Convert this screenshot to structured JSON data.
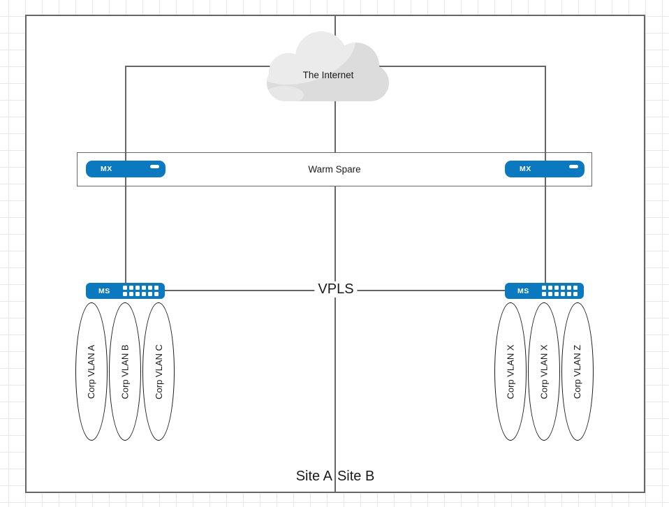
{
  "diagram": {
    "cloud": {
      "label": "The Internet"
    },
    "warm_spare": {
      "label": "Warm Spare"
    },
    "devices": {
      "mx_left": "MX",
      "mx_right": "MX",
      "ms_left": "MS",
      "ms_right": "MS"
    },
    "vpls": {
      "label": "VPLS"
    },
    "sites": {
      "left": "Site A",
      "right": "Site B"
    },
    "vlans_left": [
      "Corp VLAN A",
      "Corp VLAN B",
      "Corp VLAN C"
    ],
    "vlans_right": [
      "Corp VLAN X",
      "Corp VLAN X",
      "Corp VLAN Z"
    ],
    "colors": {
      "device_blue": "#0a79bf",
      "connector_gray": "#666666",
      "cloud_fill": "#dcdcdc",
      "cloud_highlight": "#ebebeb",
      "ellipse_stroke": "#1a1a1a",
      "grid_line": "#e7e7e7"
    }
  }
}
